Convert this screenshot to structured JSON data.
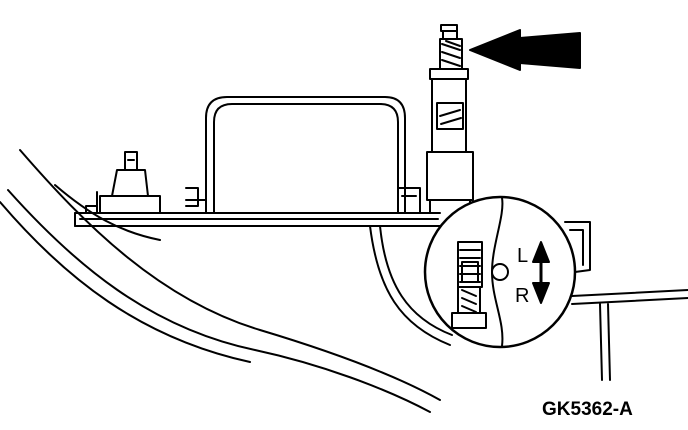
{
  "figure": {
    "id_code": "GK5362-A",
    "inset_label_left": "L",
    "inset_label_right": "R",
    "colors": {
      "ink": "#000000",
      "paper": "#ffffff"
    }
  }
}
